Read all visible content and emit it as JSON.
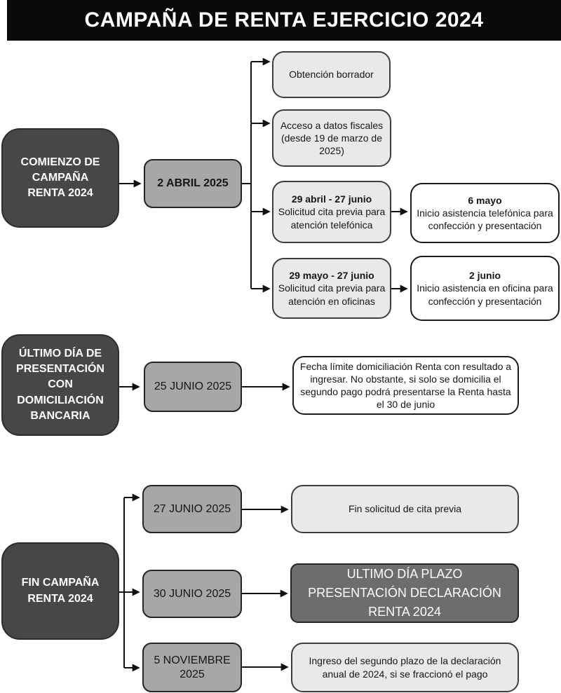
{
  "title": "CAMPAÑA DE RENTA EJERCICIO 2024",
  "palette": {
    "banner_bg": "#0a0a0a",
    "banner_text": "#ffffff",
    "dark_node": "#474747",
    "date_node": "#a7a7a7",
    "light_node": "#e9e9e9",
    "white_node": "#ffffff",
    "highlight_node": "#6d6d6d",
    "connector": "#111111"
  },
  "comienzo": {
    "label_lines": [
      "COMIENZO DE",
      "CAMPAÑA",
      "RENTA 2024"
    ],
    "date": "2 ABRIL 2025",
    "borrador": "Obtención borrador",
    "acceso_datos": "Acceso a datos fiscales (desde 19 de marzo de 2025)",
    "cita_telefonica": {
      "heading": "29 abril - 27 junio",
      "body": "Solicitud cita previa para atención telefónica"
    },
    "asistencia_telefonica": {
      "heading": "6 mayo",
      "body": "Inicio asistencia telefónica para confección y presentación"
    },
    "cita_oficinas": {
      "heading": "29 mayo - 27 junio",
      "body": "Solicitud cita previa para atención en oficinas"
    },
    "asistencia_oficina": {
      "heading": "2 junio",
      "body": "Inicio asistencia en oficina para confección y presentación"
    }
  },
  "domiciliacion": {
    "label_lines": [
      "ÚLTIMO DÍA DE",
      "PRESENTACIÓN",
      "CON",
      "DOMICILIACIÓN",
      "BANCARIA"
    ],
    "date": "25 JUNIO 2025",
    "note": "Fecha límite domiciliación Renta con resultado a ingresar. No obstante, si solo se domicilia el segundo pago podrá presentarse la Renta hasta el 30 de junio"
  },
  "fin": {
    "label_lines": [
      "FIN CAMPAÑA",
      "RENTA 2024"
    ],
    "cita": {
      "date": "27 JUNIO 2025",
      "body": "Fin solicitud de cita previa"
    },
    "plazo": {
      "date": "30 JUNIO 2025",
      "body_lines": [
        "ULTIMO DÍA PLAZO",
        "PRESENTACIÓN DECLARACIÓN",
        "RENTA 2024"
      ]
    },
    "segundo_pago": {
      "date": "5 NOVIEMBRE 2025",
      "body": "Ingreso del segundo plazo de la declaración anual de 2024, si se fraccionó el pago"
    }
  }
}
